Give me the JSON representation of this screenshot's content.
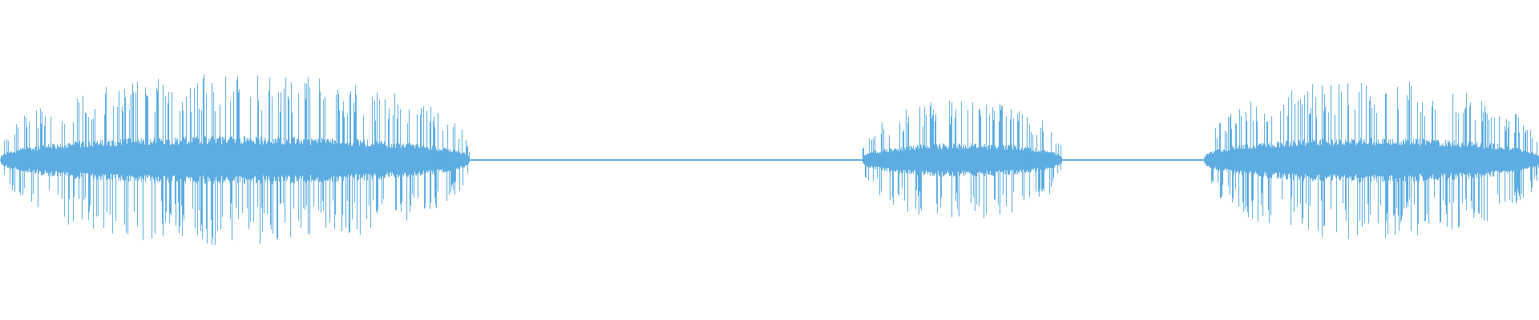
{
  "waveform": {
    "color": "#5dade2",
    "background": "#ffffff",
    "segments": [
      {
        "type": "voiced",
        "start": 0.0,
        "end": 0.305,
        "peak": 0.6
      },
      {
        "type": "silence",
        "start": 0.305,
        "end": 0.56
      },
      {
        "type": "voiced",
        "start": 0.56,
        "end": 0.69,
        "peak": 0.42
      },
      {
        "type": "silence",
        "start": 0.69,
        "end": 0.782
      },
      {
        "type": "voiced",
        "start": 0.782,
        "end": 1.0,
        "peak": 0.56
      }
    ]
  }
}
